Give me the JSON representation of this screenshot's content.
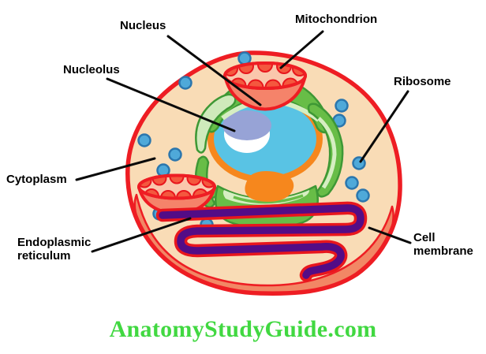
{
  "diagram": {
    "labels": {
      "nucleus": "Nucleus",
      "mitochondrion": "Mitochondrion",
      "nucleolus": "Nucleolus",
      "ribosome": "Ribosome",
      "cytoplasm": "Cytoplasm",
      "endoplasmic_reticulum_line1": "Endoplasmic",
      "endoplasmic_reticulum_line2": "reticulum",
      "cell_membrane_line1": "Cell",
      "cell_membrane_line2": "membrane"
    },
    "watermark": {
      "text": "AnatomyStudyGuide.com",
      "color": "#41D841"
    },
    "colors": {
      "membrane_red": "#EE1D23",
      "cytoplasm_peach": "#F9DCB6",
      "cytoplasm_shadow_salmon": "#F28765",
      "nucleus_blue": "#59C3E4",
      "nuclear_envelope_orange": "#F6871D",
      "nucleolus_lavender": "#97A3D6",
      "nucleolus_highlight": "#FFFFFF",
      "golgi_green": "#68BD47",
      "golgi_dark_green": "#3E9835",
      "golgi_light_green": "#D6EEC2",
      "er_purple": "#530C86",
      "ribosome_fill_blue": "#4FA9D9",
      "ribosome_edge_blue": "#2B76AD",
      "mitochondrion_inner_pink": "#FAC7AC",
      "mitochondrion_body_salmon": "#F5836A",
      "mitochondrion_cristae_red": "#F4583E",
      "label_text": "#000000"
    }
  }
}
